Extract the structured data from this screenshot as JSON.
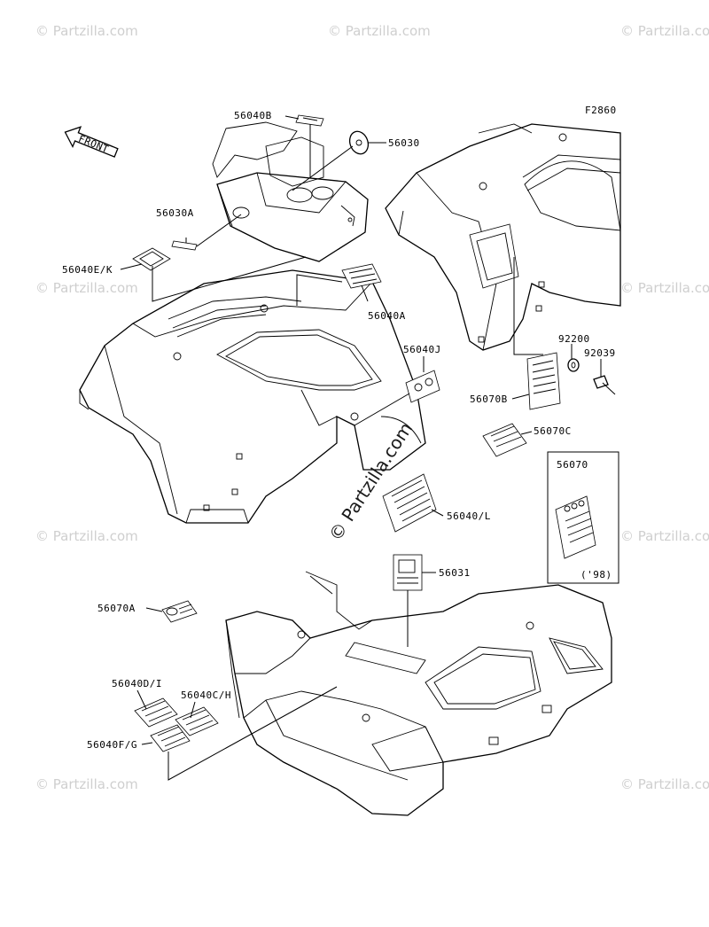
{
  "figure_code": "F2860",
  "front_label": "FRONT",
  "watermark_text": "© Partzilla.com",
  "inset_year": "('98)",
  "inset_part": "56070",
  "callouts": [
    {
      "id": "c-56040B",
      "label": "56040B"
    },
    {
      "id": "c-56030",
      "label": "56030"
    },
    {
      "id": "c-56030A",
      "label": "56030A"
    },
    {
      "id": "c-56040EK",
      "label": "56040E/K"
    },
    {
      "id": "c-56040A",
      "label": "56040A"
    },
    {
      "id": "c-56040J",
      "label": "56040J"
    },
    {
      "id": "c-92200",
      "label": "92200"
    },
    {
      "id": "c-92039",
      "label": "92039"
    },
    {
      "id": "c-56070B",
      "label": "56070B"
    },
    {
      "id": "c-56070C",
      "label": "56070C"
    },
    {
      "id": "c-56040L",
      "label": "56040/L"
    },
    {
      "id": "c-56031",
      "label": "56031"
    },
    {
      "id": "c-56070A",
      "label": "56070A"
    },
    {
      "id": "c-56040DI",
      "label": "56040D/I"
    },
    {
      "id": "c-56040CH",
      "label": "56040C/H"
    },
    {
      "id": "c-56040FG",
      "label": "56040F/G"
    }
  ]
}
